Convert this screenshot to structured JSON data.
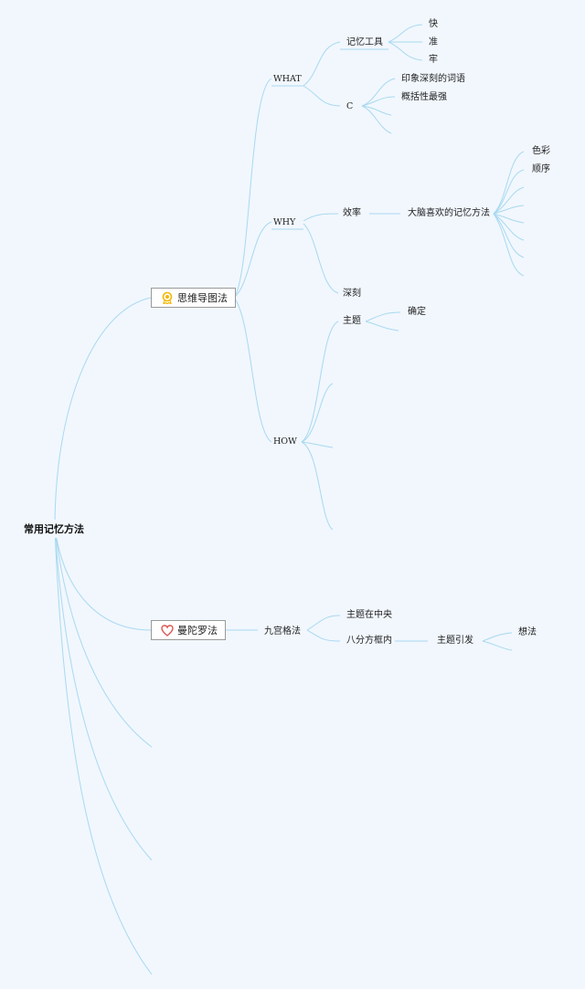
{
  "root": "常用记忆方法",
  "mindmap_node": "思维导图法",
  "what": "WHAT",
  "memory_tool": "记忆工具",
  "fast": "快",
  "accurate": "准",
  "firm": "牢",
  "c": "C",
  "impression_word": "印象深刻的词语",
  "generalization": "概括性最强",
  "why": "WHY",
  "efficiency": "效率",
  "brain_likes": "大脑喜欢的记忆方法",
  "color": "色彩",
  "order": "顺序",
  "deep": "深刻",
  "how": "HOW",
  "theme": "主题",
  "confirm": "确定",
  "mandala_node": "曼陀罗法",
  "nine_grid": "九宫格法",
  "theme_center": "主题在中央",
  "eight_boxes": "八分方框内",
  "theme_lead": "主题引发",
  "idea": "想法",
  "line_color": "#a9d9f0",
  "icon_colors": {
    "award": "#f2b705",
    "heart": "#d9534f"
  }
}
